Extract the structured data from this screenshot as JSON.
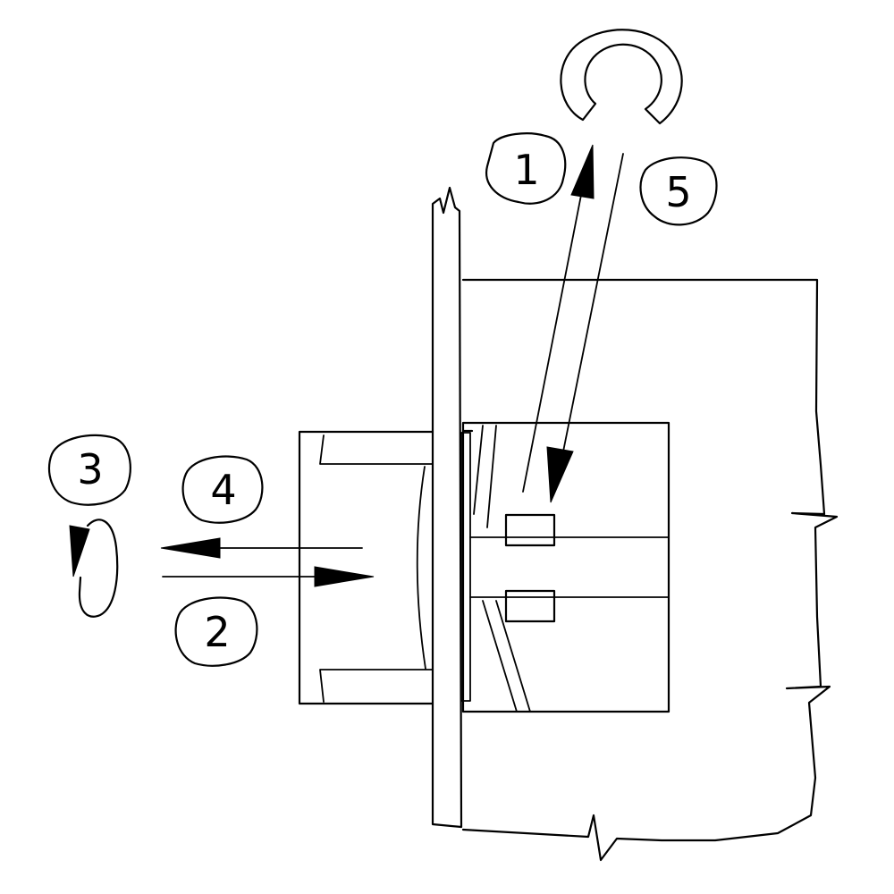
{
  "steps": [
    {
      "label": "1"
    },
    {
      "label": "2"
    },
    {
      "label": "3"
    },
    {
      "label": "4"
    },
    {
      "label": "5"
    }
  ],
  "colors": {
    "stroke": "#000000",
    "background": "#ffffff"
  }
}
